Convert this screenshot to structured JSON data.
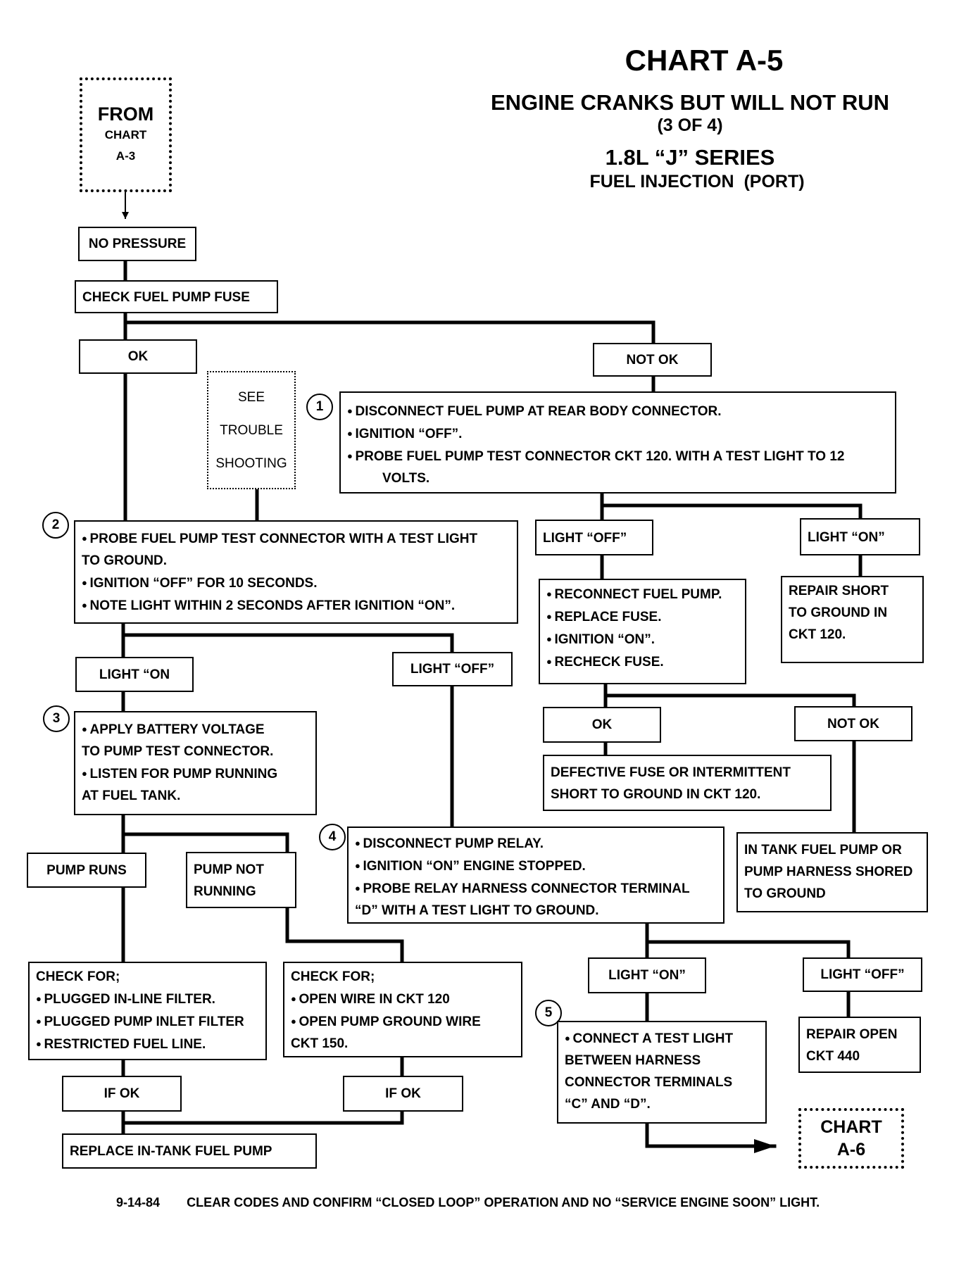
{
  "header": {
    "chart_id": "CHART A-5",
    "title": "ENGINE CRANKS BUT WILL NOT RUN",
    "part": "(3 OF 4)",
    "series": "1.8L “J” SERIES",
    "system": "FUEL INJECTION  (PORT)"
  },
  "from_ref": {
    "from": "FROM",
    "chart": "CHART",
    "id": "A-3"
  },
  "to_ref": {
    "chart": "CHART",
    "id": "A-6"
  },
  "nodes": {
    "no_pressure": "NO PRESSURE",
    "check_fuse": "CHECK FUEL PUMP FUSE",
    "ok_1": "OK",
    "not_ok_1": "NOT OK",
    "see_troubleshooting": [
      "SEE",
      "TROUBLE",
      "SHOOTING"
    ],
    "step1": [
      "DISCONNECT FUEL PUMP AT REAR BODY CONNECTOR.",
      "IGNITION “OFF”.",
      "PROBE FUEL PUMP TEST CONNECTOR CKT 120. WITH A TEST LIGHT TO 12",
      "VOLTS."
    ],
    "step2": [
      "PROBE FUEL PUMP TEST CONNECTOR WITH A TEST LIGHT",
      "TO GROUND.",
      "IGNITION “OFF” FOR 10 SECONDS.",
      "NOTE LIGHT WITHIN 2 SECONDS AFTER IGNITION “ON”."
    ],
    "light_off_1": "LIGHT “OFF”",
    "light_on_1": "LIGHT “ON”",
    "repair_short": [
      "REPAIR SHORT",
      "TO GROUND IN",
      "CKT 120."
    ],
    "reconnect": [
      "RECONNECT FUEL PUMP.",
      "REPLACE FUSE.",
      "IGNITION “ON”.",
      "RECHECK FUSE."
    ],
    "ok_2": "OK",
    "not_ok_2": "NOT OK",
    "defective_fuse": [
      "DEFECTIVE FUSE OR INTERMITTENT",
      "SHORT TO GROUND IN CKT 120."
    ],
    "in_tank_pump": [
      "IN TANK FUEL PUMP OR",
      "PUMP HARNESS SHORED",
      "TO GROUND"
    ],
    "light_on_2": "LIGHT “ON",
    "light_off_2": "LIGHT “OFF”",
    "step3": [
      "APPLY BATTERY VOLTAGE",
      "TO PUMP TEST CONNECTOR.",
      "LISTEN FOR PUMP RUNNING",
      "AT FUEL TANK."
    ],
    "pump_runs": "PUMP RUNS",
    "pump_not_running": [
      "PUMP NOT",
      "RUNNING"
    ],
    "step4": [
      "DISCONNECT PUMP RELAY.",
      "IGNITION “ON” ENGINE STOPPED.",
      "PROBE RELAY HARNESS CONNECTOR TERMINAL",
      "“D” WITH A TEST LIGHT TO GROUND."
    ],
    "check_for_1": [
      "CHECK FOR;",
      "PLUGGED IN-LINE FILTER.",
      "PLUGGED PUMP INLET FILTER",
      "RESTRICTED FUEL LINE."
    ],
    "check_for_2": [
      "CHECK FOR;",
      "OPEN WIRE IN CKT 120",
      "OPEN PUMP GROUND WIRE",
      "CKT 150."
    ],
    "light_on_3": "LIGHT “ON”",
    "light_off_3": "LIGHT “OFF”",
    "repair_open": [
      "REPAIR OPEN",
      "CKT 440"
    ],
    "step5": [
      "CONNECT A TEST LIGHT",
      "BETWEEN HARNESS",
      "CONNECTOR TERMINALS",
      "“C” AND “D”."
    ],
    "if_ok_1": "IF OK",
    "if_ok_2": "IF OK",
    "replace_pump": "REPLACE IN-TANK FUEL PUMP"
  },
  "step_numbers": [
    "1",
    "2",
    "3",
    "4",
    "5"
  ],
  "footer": {
    "date": "9-14-84",
    "note": "CLEAR CODES AND CONFIRM “CLOSED LOOP” OPERATION AND NO “SERVICE ENGINE SOON” LIGHT."
  }
}
